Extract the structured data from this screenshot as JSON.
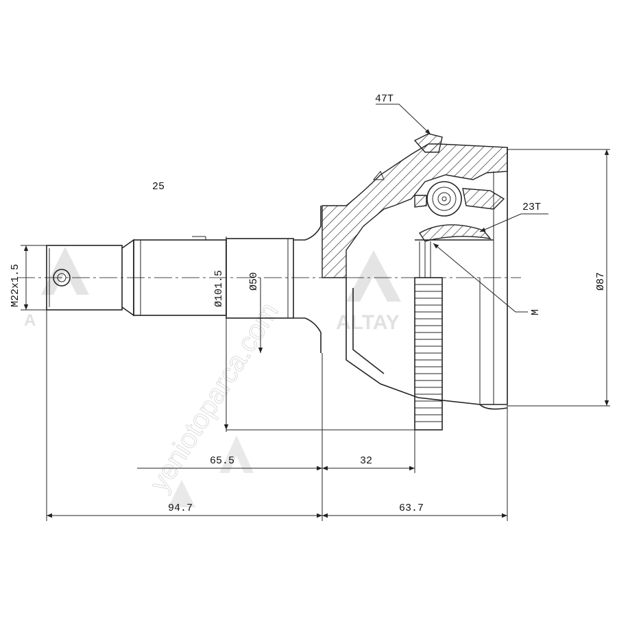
{
  "drawing": {
    "callouts": {
      "teeth_large": "47T",
      "teeth_small": "23T",
      "seal_mark": "M",
      "count": "25"
    },
    "diameters": {
      "flange": "Ø101.5",
      "shaft": "Ø50",
      "housing": "Ø87"
    },
    "thread": "M22x1.5",
    "dimensions": {
      "length_a": "65.5",
      "length_b": "32",
      "length_c": "94.7",
      "length_d": "63.7"
    }
  },
  "watermarks": {
    "brand": "ALTAY",
    "site": "yeniotoparca.com"
  }
}
